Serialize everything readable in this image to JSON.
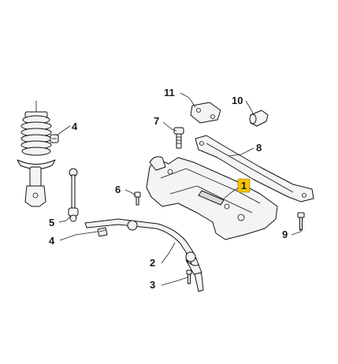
{
  "callouts": {
    "c1": "1",
    "c2": "2",
    "c3": "3",
    "c4a": "4",
    "c4b": "4",
    "c5": "5",
    "c6": "6",
    "c7": "7",
    "c8": "8",
    "c9": "9",
    "c10": "10",
    "c11": "11"
  },
  "colors": {
    "highlight": "#f5c400",
    "line": "#111111",
    "part_fill": "#f4f4f4"
  }
}
